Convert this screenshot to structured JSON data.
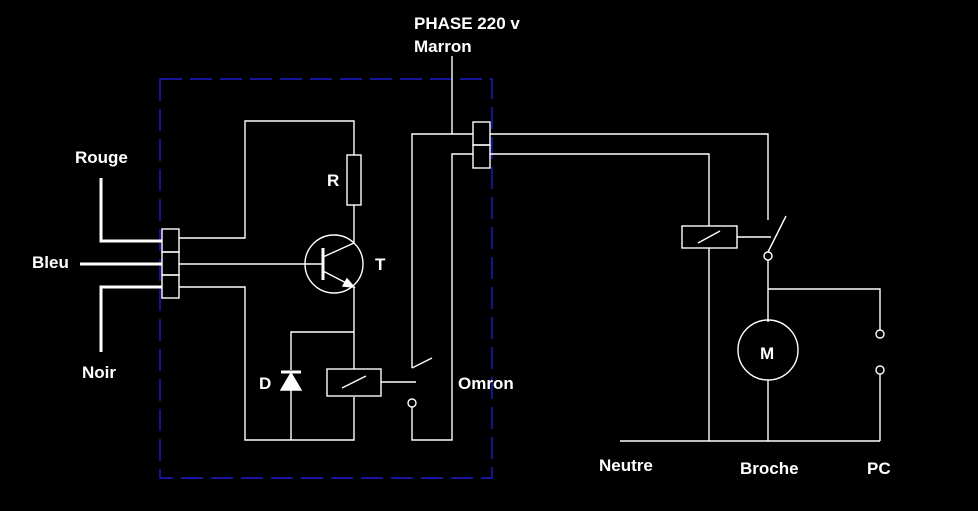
{
  "labels": {
    "phase": "PHASE 220 v",
    "marron": "Marron",
    "rouge": "Rouge",
    "bleu": "Bleu",
    "noir": "Noir",
    "r": "R",
    "t": "T",
    "d": "D",
    "omron": "Omron",
    "m": "M",
    "neutre": "Neutre",
    "broche": "Broche",
    "pc": "PC"
  },
  "colors": {
    "background": "#000000",
    "wire": "#ffffff",
    "enclosure": "#1b1bd0"
  }
}
